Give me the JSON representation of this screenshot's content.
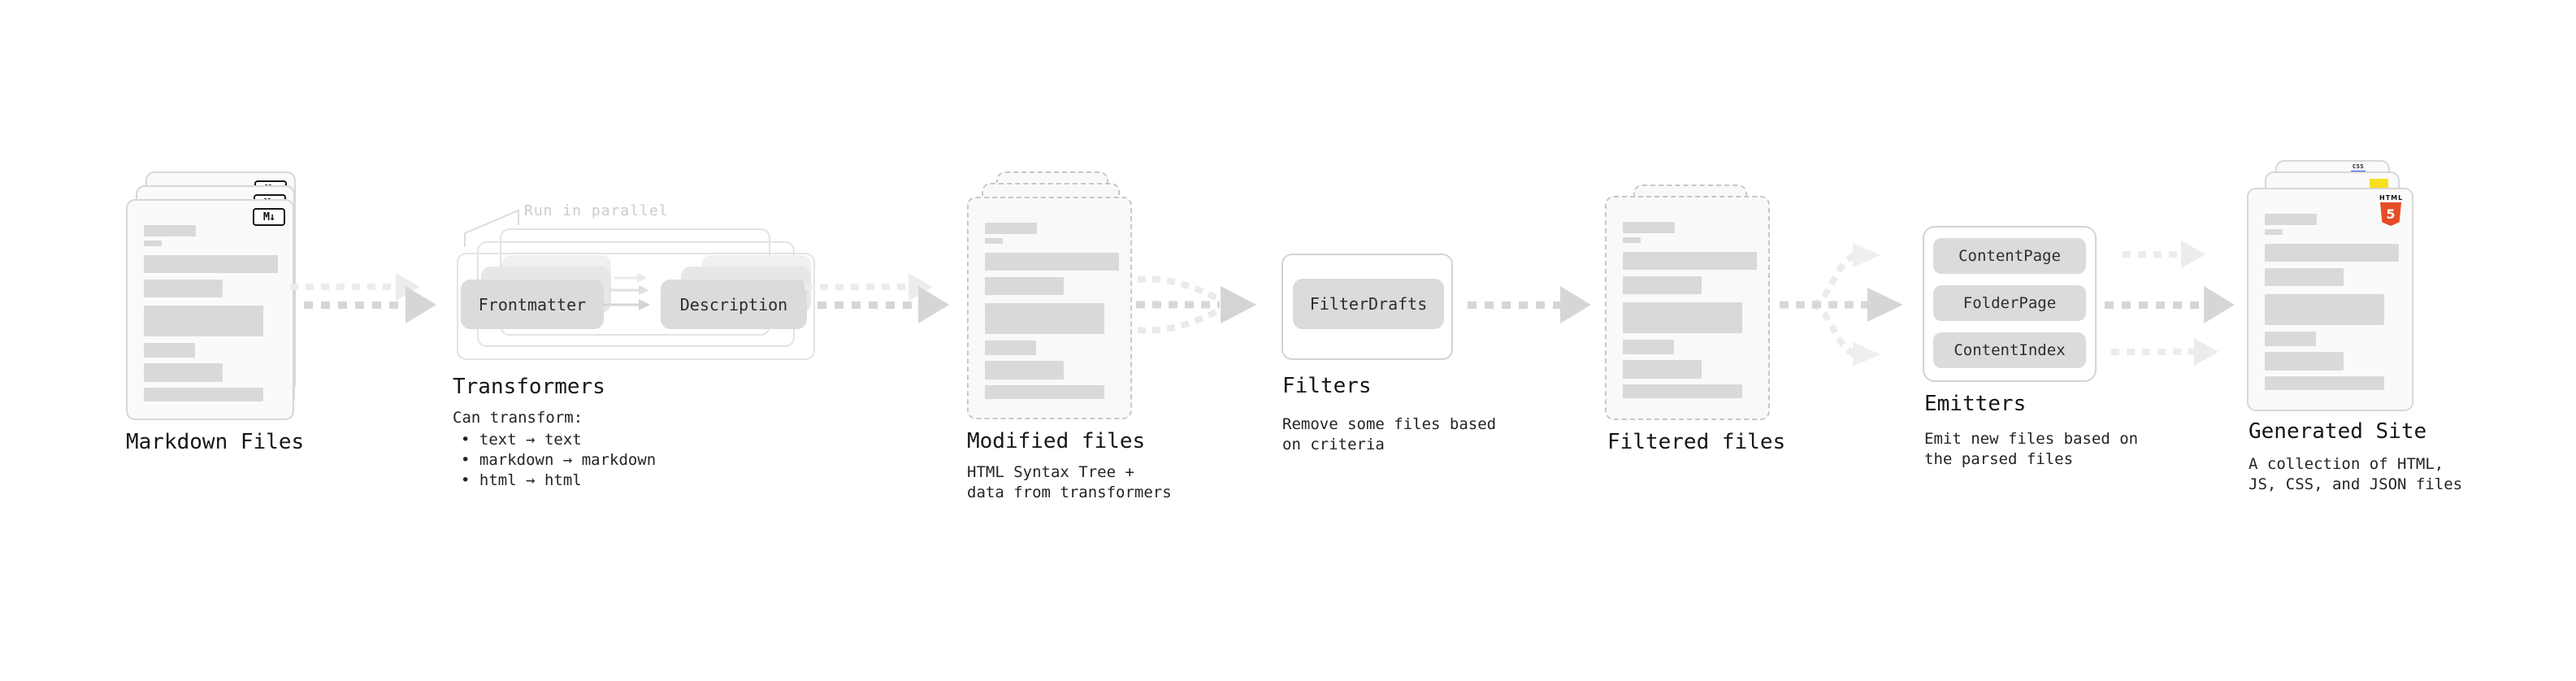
{
  "markdown": {
    "label": "Markdown Files",
    "badge": "M↓"
  },
  "transformers": {
    "annotation": "Run in parallel",
    "pill_left": "Frontmatter",
    "pill_right": "Description",
    "title": "Transformers",
    "desc_heading": "Can transform:",
    "bullets": [
      "• text → text",
      "• markdown → markdown",
      "• html → html"
    ]
  },
  "modified": {
    "label": "Modified files",
    "sub1": "HTML Syntax Tree +",
    "sub2": "data from transformers"
  },
  "filters": {
    "pill": "FilterDrafts",
    "title": "Filters",
    "sub1": "Remove some files based",
    "sub2": "on criteria"
  },
  "filtered": {
    "label": "Filtered files"
  },
  "emitters": {
    "pills": [
      "ContentPage",
      "FolderPage",
      "ContentIndex"
    ],
    "title": "Emitters",
    "sub1": "Emit new files based on",
    "sub2": "the parsed files"
  },
  "generated": {
    "label": "Generated Site",
    "sub1": "A collection of HTML,",
    "sub2": "JS, CSS, and JSON files",
    "badge_css": "CSS",
    "badge_html": "HTML",
    "badge_five": "5"
  },
  "colors": {
    "html5_orange": "#e44d26",
    "js_yellow": "#f7df1e",
    "css_blue": "#2d53e5"
  }
}
